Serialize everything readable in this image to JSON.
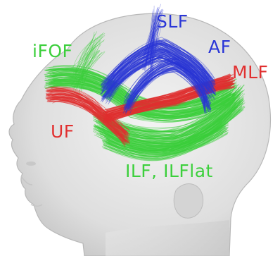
{
  "labels": {
    "slf": "SLF",
    "ifof": "iFOF",
    "af": "AF",
    "mlf": "MLF",
    "uf": "UF",
    "ilf": "ILF, ILFlat"
  },
  "colors": {
    "slf": "#2a36d6",
    "af": "#2a36d6",
    "ifof": "#3ccf3c",
    "ilf": "#3ccf3c",
    "mlf": "#e03030",
    "uf": "#e03030",
    "head": "#dcdcdc",
    "skull": "#cfcfcf",
    "background": "#ffffff"
  }
}
